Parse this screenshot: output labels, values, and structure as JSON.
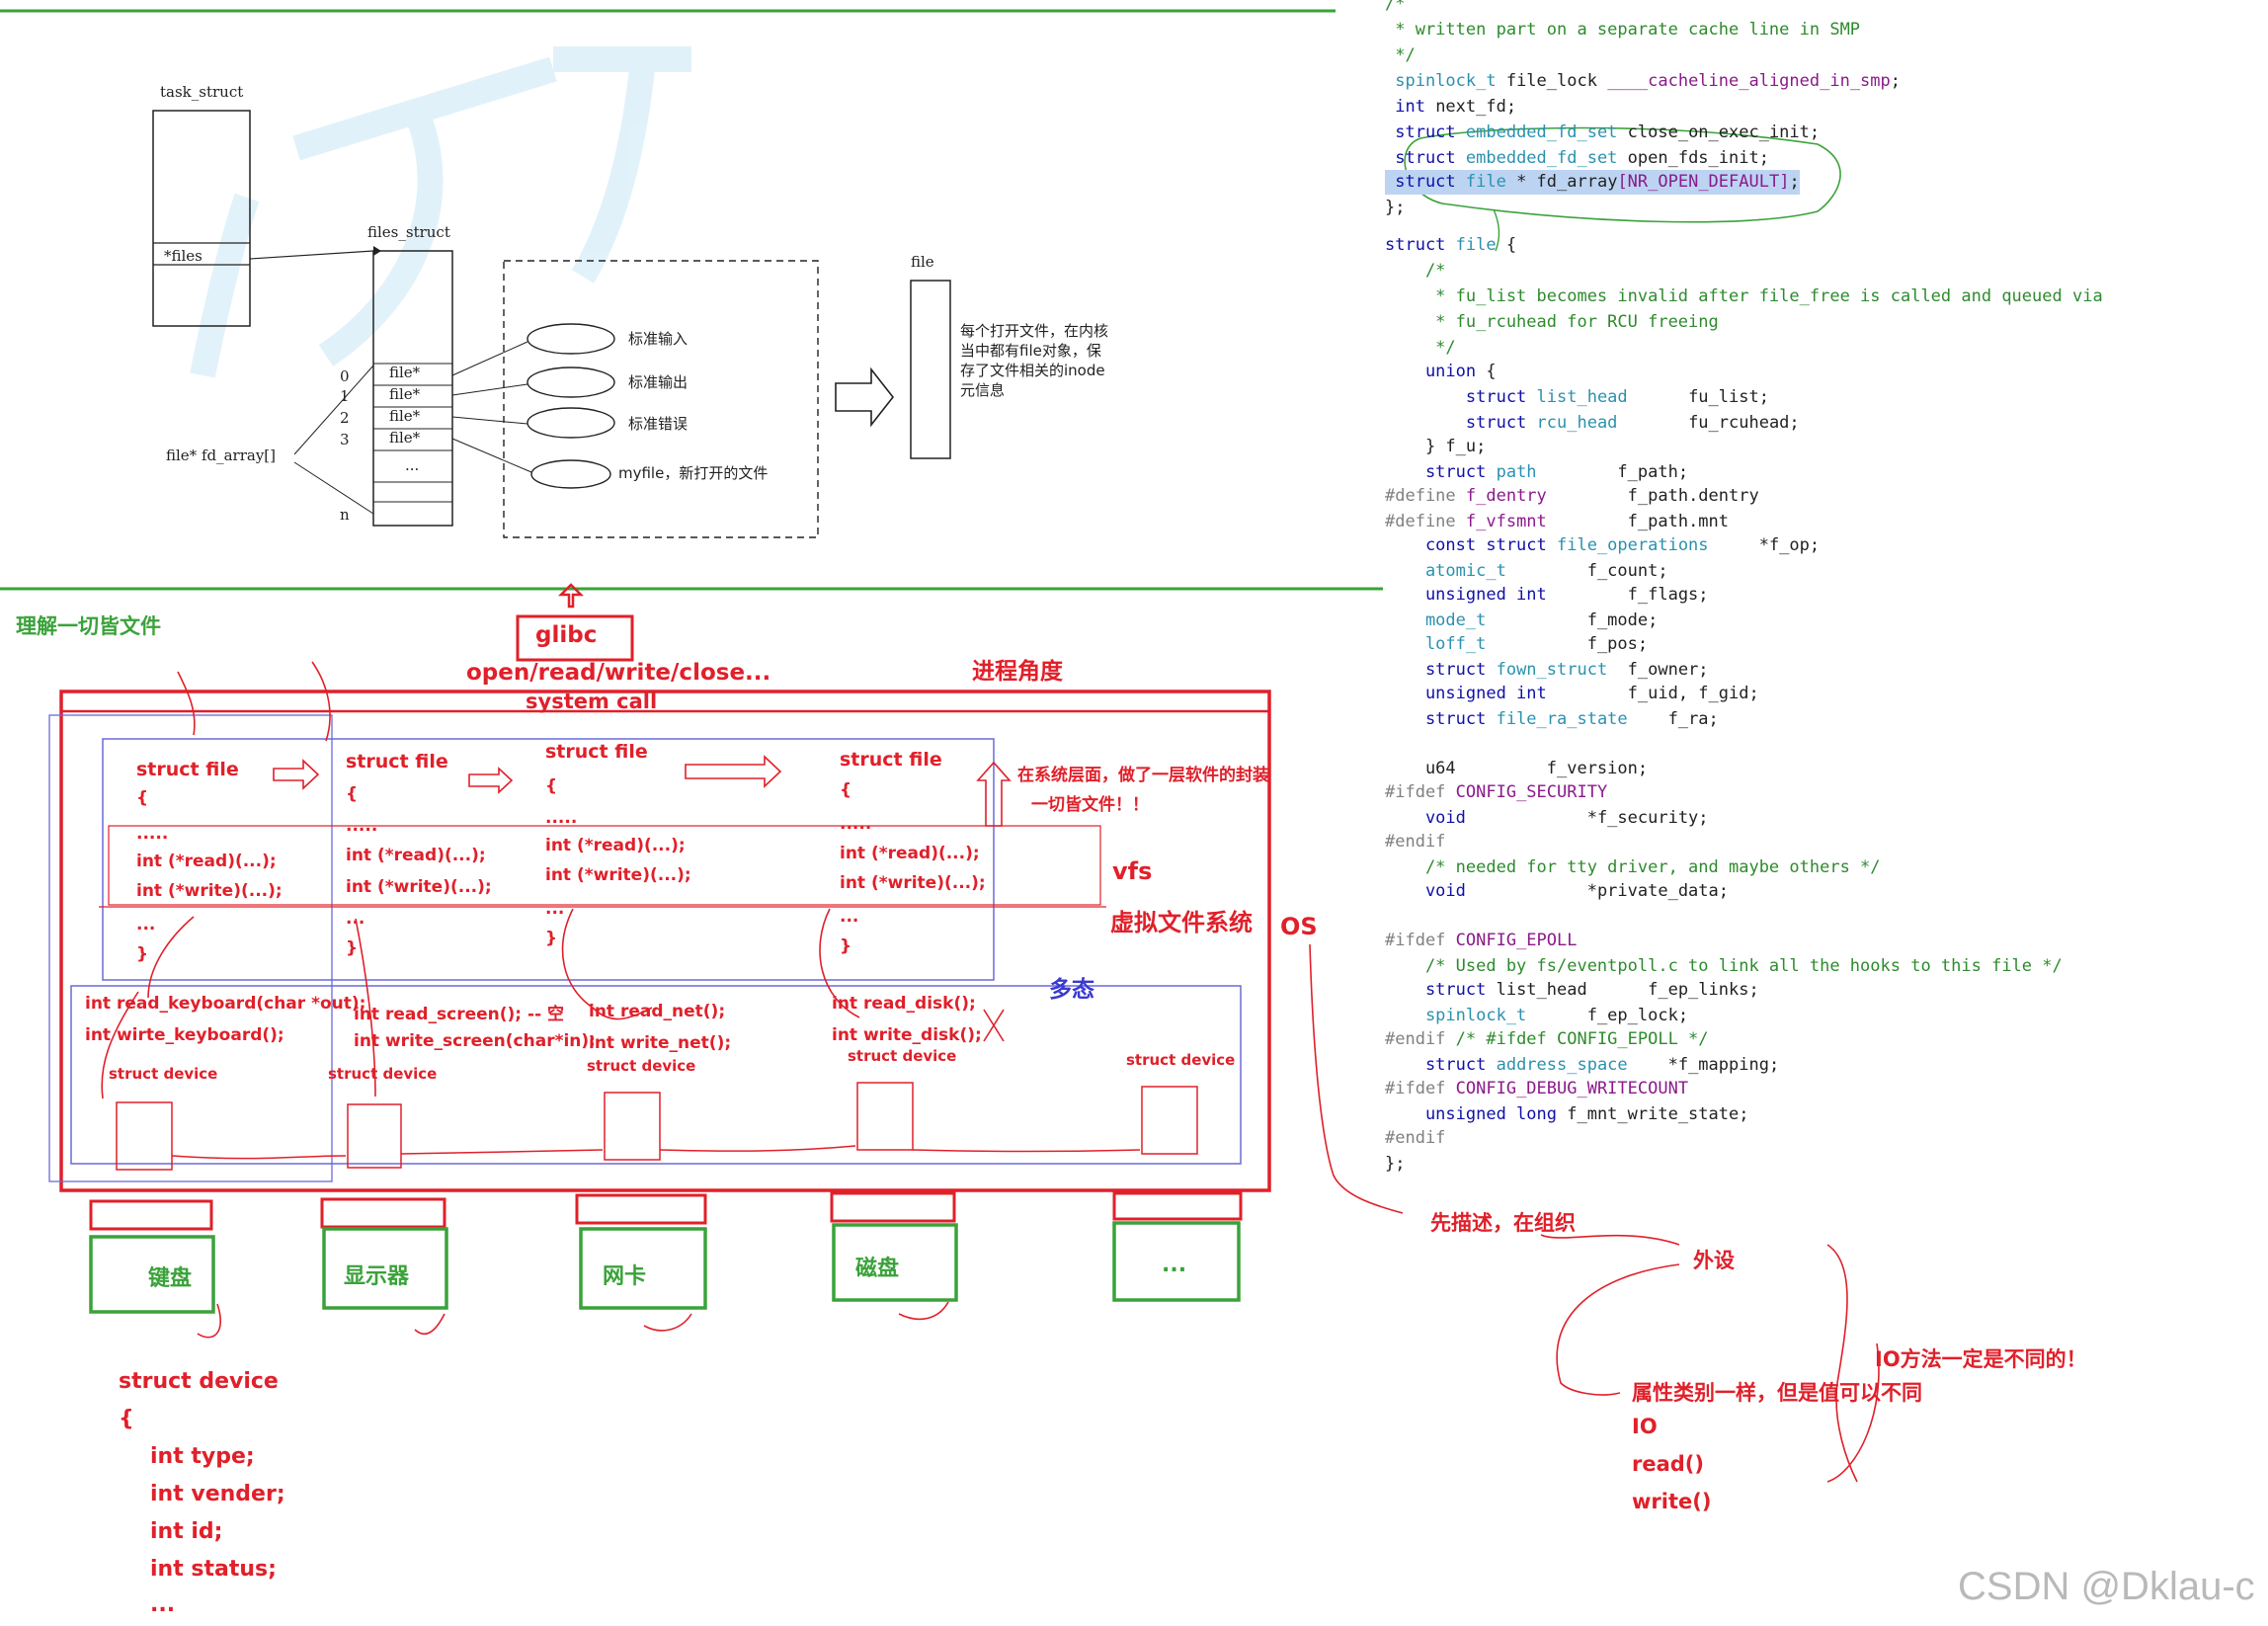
{
  "top_diagram": {
    "task_struct_label": "task_struct",
    "files_field": "*files",
    "files_struct_label": "files_struct",
    "fd_array_label": "file* fd_array[]",
    "slots": [
      "file*",
      "file*",
      "file*",
      "file*",
      "..."
    ],
    "indices": [
      "0",
      "1",
      "2",
      "3",
      "n"
    ],
    "ellipses": [
      "标准输入",
      "标准输出",
      "标准错误",
      "myfile，新打开的文件"
    ],
    "file_label": "file",
    "file_desc": [
      "每个打开文件，在内核",
      "当中都有file对象，保",
      "存了文件相关的inode",
      "元信息"
    ]
  },
  "annotations": {
    "everything_is_file": "理解一切皆文件",
    "glibc": "glibc",
    "glibc_funcs": "open/read/write/close...",
    "system_call": "system call",
    "process_view": "进程角度",
    "wrap_note": "在系统层面，做了一层软件的封装",
    "all_is_file": "一切皆文件！！",
    "vfs": "vfs",
    "vfs_cn": "虚拟文件系统",
    "os": "OS",
    "polymorphism": "多态",
    "describe_organize": "先描述，在组织",
    "peripheral": "外设",
    "io_note": "IO方法一定是不同的！",
    "attr_note": "属性类别一样，但是值可以不同",
    "io_list": [
      "IO",
      "read()",
      "write()"
    ],
    "watermark": "CSDN @Dklau-c"
  },
  "struct_files": [
    {
      "head": "struct file",
      "brace": "{",
      "dots": ".....",
      "read": "int (*read)(...);",
      "write": "int (*write)(...);",
      "more": "...",
      "close": "}"
    },
    {
      "head": "struct file",
      "brace": "{",
      "dots": ".....",
      "read": "int (*read)(...);",
      "write": "int (*write)(...);",
      "more": "...",
      "close": "}"
    },
    {
      "head": "struct file",
      "brace": "{",
      "dots": ".....",
      "read": "int (*read)(...);",
      "write": "int (*write)(...);",
      "more": "...",
      "close": "}"
    },
    {
      "head": "struct file",
      "brace": "{",
      "dots": ".....",
      "read": "int (*read)(...);",
      "write": "int (*write)(...);",
      "more": "...",
      "close": "}"
    }
  ],
  "drivers": [
    {
      "read": "int read_keyboard(char *out);",
      "write": "int wirte_keyboard();",
      "dev": "struct device"
    },
    {
      "read": "int read_screen(); -- 空",
      "write": "int write_screen(char*in);",
      "dev": "struct device"
    },
    {
      "read": "int read_net();",
      "write": "int write_net();",
      "dev": "struct device"
    },
    {
      "read": "int read_disk();",
      "write": "int write_disk();",
      "dev": "struct device"
    },
    {
      "read": "",
      "write": "",
      "dev": "struct device"
    }
  ],
  "devices": [
    "键盘",
    "显示器",
    "网卡",
    "磁盘",
    "..."
  ],
  "device_struct": [
    "struct device",
    "{",
    "int type;",
    "int vender;",
    "int id;",
    "int status;",
    "..."
  ],
  "code_lines": [
    [
      [
        "cm",
        "/*"
      ]
    ],
    [
      [
        "cm",
        " * written part on a separate cache line in SMP"
      ]
    ],
    [
      [
        "cm",
        " */"
      ]
    ],
    [
      [
        "ty",
        " spinlock_t"
      ],
      [
        "id",
        " file_lock "
      ],
      [
        "mac",
        "____cacheline_aligned_in_smp"
      ],
      [
        "id",
        ";"
      ]
    ],
    [
      [
        "kw",
        " int"
      ],
      [
        "id",
        " next_fd;"
      ]
    ],
    [
      [
        "kw",
        " struct"
      ],
      [
        "ty",
        " embedded_fd_set"
      ],
      [
        "id",
        " close_on_exec_init;"
      ]
    ],
    [
      [
        "kw",
        " struct"
      ],
      [
        "ty",
        " embedded_fd_set"
      ],
      [
        "id",
        " open_fds_init;"
      ]
    ],
    [
      [
        "kw",
        " struct"
      ],
      [
        "ty",
        " file"
      ],
      [
        "id",
        " * fd_array"
      ],
      [
        "mac",
        "[NR_OPEN_DEFAULT]"
      ],
      [
        "id",
        ";"
      ]
    ],
    [
      [
        "id",
        "};"
      ]
    ],
    [
      [
        "id",
        ""
      ]
    ],
    [
      [
        "kw",
        "struct"
      ],
      [
        "ty",
        " file"
      ],
      [
        "id",
        " {"
      ]
    ],
    [
      [
        "cm",
        "    /*"
      ]
    ],
    [
      [
        "cm",
        "     * fu_list becomes invalid after file_free is called and queued via"
      ]
    ],
    [
      [
        "cm",
        "     * fu_rcuhead for RCU freeing"
      ]
    ],
    [
      [
        "cm",
        "     */"
      ]
    ],
    [
      [
        "kw",
        "    union"
      ],
      [
        "id",
        " {"
      ]
    ],
    [
      [
        "kw",
        "        struct"
      ],
      [
        "ty",
        " list_head"
      ],
      [
        "id",
        "      fu_list;"
      ]
    ],
    [
      [
        "kw",
        "        struct"
      ],
      [
        "ty",
        " rcu_head"
      ],
      [
        "id",
        "       fu_rcuhead;"
      ]
    ],
    [
      [
        "id",
        "    } f_u;"
      ]
    ],
    [
      [
        "kw",
        "    struct"
      ],
      [
        "ty",
        " path"
      ],
      [
        "id",
        "        f_path;"
      ]
    ],
    [
      [
        "pp",
        "#define"
      ],
      [
        "mac",
        " f_dentry"
      ],
      [
        "id",
        "        f_path.dentry"
      ]
    ],
    [
      [
        "pp",
        "#define"
      ],
      [
        "mac",
        " f_vfsmnt"
      ],
      [
        "id",
        "        f_path.mnt"
      ]
    ],
    [
      [
        "kw",
        "    const struct"
      ],
      [
        "ty",
        " file_operations"
      ],
      [
        "id",
        "     *f_op;"
      ]
    ],
    [
      [
        "ty",
        "    atomic_t"
      ],
      [
        "id",
        "        f_count;"
      ]
    ],
    [
      [
        "kw",
        "    unsigned int"
      ],
      [
        "id",
        "        f_flags;"
      ]
    ],
    [
      [
        "ty",
        "    mode_t"
      ],
      [
        "id",
        "          f_mode;"
      ]
    ],
    [
      [
        "ty",
        "    loff_t"
      ],
      [
        "id",
        "          f_pos;"
      ]
    ],
    [
      [
        "kw",
        "    struct"
      ],
      [
        "ty",
        " fown_struct"
      ],
      [
        "id",
        "  f_owner;"
      ]
    ],
    [
      [
        "kw",
        "    unsigned int"
      ],
      [
        "id",
        "        f_uid, f_gid;"
      ]
    ],
    [
      [
        "kw",
        "    struct"
      ],
      [
        "ty",
        " file_ra_state"
      ],
      [
        "id",
        "    f_ra;"
      ]
    ],
    [
      [
        "id",
        ""
      ]
    ],
    [
      [
        "id",
        "    u64         f_version;"
      ]
    ],
    [
      [
        "pp",
        "#ifdef"
      ],
      [
        "mac",
        " CONFIG_SECURITY"
      ]
    ],
    [
      [
        "kw",
        "    void"
      ],
      [
        "id",
        "            *f_security;"
      ]
    ],
    [
      [
        "pp",
        "#endif"
      ]
    ],
    [
      [
        "cm",
        "    /* needed for tty driver, and maybe others */"
      ]
    ],
    [
      [
        "kw",
        "    void"
      ],
      [
        "id",
        "            *private_data;"
      ]
    ],
    [
      [
        "id",
        ""
      ]
    ],
    [
      [
        "pp",
        "#ifdef"
      ],
      [
        "mac",
        " CONFIG_EPOLL"
      ]
    ],
    [
      [
        "cm",
        "    /* Used by fs/eventpoll.c to link all the hooks to this file */"
      ]
    ],
    [
      [
        "kw",
        "    struct"
      ],
      [
        "id",
        " list_head      f_ep_links;"
      ]
    ],
    [
      [
        "ty",
        "    spinlock_t"
      ],
      [
        "id",
        "      f_ep_lock;"
      ]
    ],
    [
      [
        "pp",
        "#endif"
      ],
      [
        "cm",
        " /* #ifdef CONFIG_EPOLL */"
      ]
    ],
    [
      [
        "kw",
        "    struct"
      ],
      [
        "ty",
        " address_space"
      ],
      [
        "id",
        "    *f_mapping;"
      ]
    ],
    [
      [
        "pp",
        "#ifdef"
      ],
      [
        "mac",
        " CONFIG_DEBUG_WRITECOUNT"
      ]
    ],
    [
      [
        "kw",
        "    unsigned long"
      ],
      [
        "id",
        " f_mnt_write_state;"
      ]
    ],
    [
      [
        "pp",
        "#endif"
      ]
    ],
    [
      [
        "id",
        "};"
      ]
    ]
  ]
}
